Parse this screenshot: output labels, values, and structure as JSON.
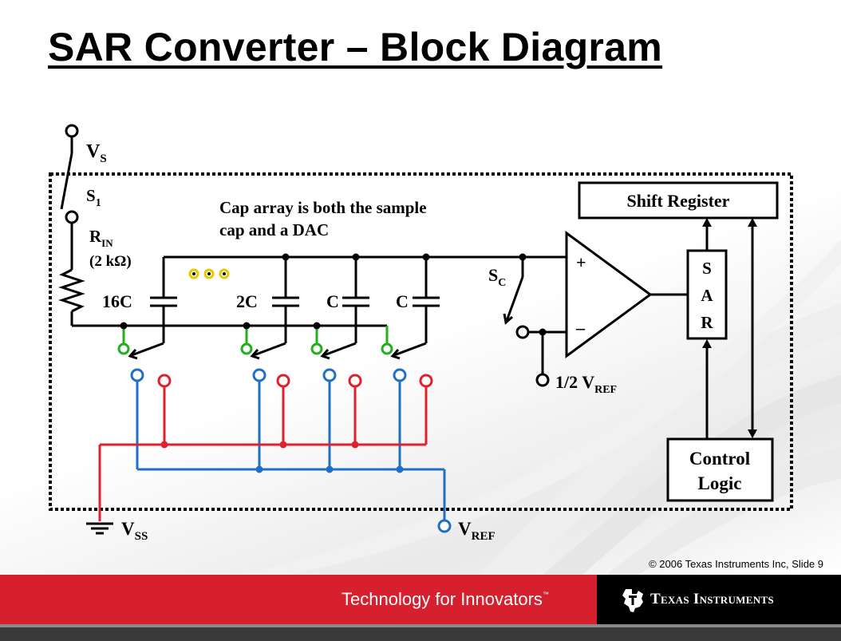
{
  "slide": {
    "title": "SAR Converter – Block Diagram",
    "copyright": "© 2006 Texas Instruments Inc, Slide 9"
  },
  "diagram": {
    "annotation_line1": "Cap array is both the sample",
    "annotation_line2": "cap and a DAC",
    "vs_main": "V",
    "vs_sub": "S",
    "s1_main": "S",
    "s1_sub": "1",
    "rin_main": "R",
    "rin_sub": "IN",
    "rin_value": "(2 kΩ)",
    "cap_16c": "16C",
    "cap_2c": "2C",
    "cap_c1": "C",
    "cap_c2": "C",
    "ellipsis": "○ ○ ○",
    "sc_main": "S",
    "sc_sub": "C",
    "comp_plus": "+",
    "comp_minus": "–",
    "half_vref_main": "1/2 V",
    "half_vref_sub": "REF",
    "shift_register": "Shift Register",
    "sar_s": "S",
    "sar_a": "A",
    "sar_r": "R",
    "control_logic_line1": "Control",
    "control_logic_line2": "Logic",
    "vss_main": "V",
    "vss_sub": "SS",
    "vref_main": "V",
    "vref_sub": "REF",
    "colors": {
      "vss_wire": "#e0202a",
      "vref_wire": "#1f6fc4",
      "switch_common": "#22b01e",
      "ellipsis_dots": "#e8c800"
    }
  },
  "footer": {
    "tagline": "Technology for Innovators",
    "tagline_tm": "™",
    "company": "Texas Instruments",
    "logo_icon": "ti-state-logo-icon",
    "accent": "#d7202e"
  }
}
